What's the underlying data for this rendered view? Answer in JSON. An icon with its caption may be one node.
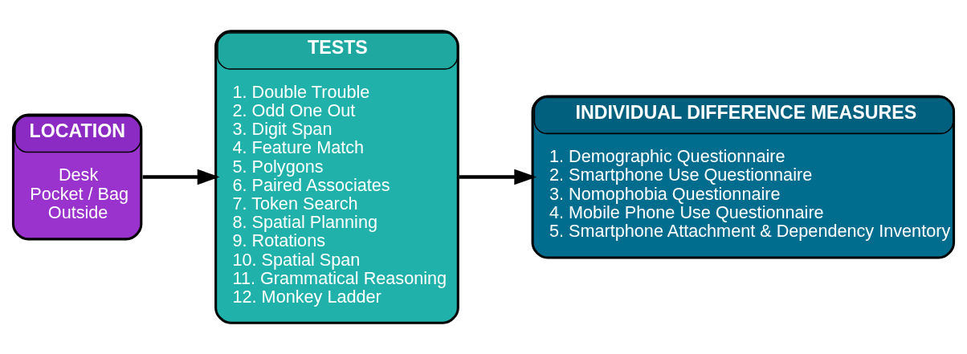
{
  "diagram": {
    "nodes": [
      {
        "text": [
          "LOCATION",
          "Desk",
          "Pocket / Bag",
          "Outside"
        ]
      },
      {
        "text": [
          "TESTS",
          "1. Double Trouble",
          "2. Odd One Out",
          "3. Digit Span",
          "4. Feature Match",
          "5. Polygons",
          "6. Paired Associates",
          "7. Token Search",
          "8. Spatial Planning",
          "9. Rotations",
          "10. Spatial Span",
          "11. Grammatical Reasoning",
          "12. Monkey Ladder"
        ]
      },
      {
        "text": [
          "INDIVIDUAL DIFFERENCE MEASURES",
          "1. Demographic Questionnaire",
          "2. Smartphone Use Questionnaire",
          "3. Nomophobia Questionnaire",
          "4. Mobile Phone Use Questionnaire",
          "5. Smartphone Attachment & Dependency Inventory"
        ]
      }
    ],
    "edges": [
      {
        "from": 0,
        "to": 1,
        "arrow": "to"
      },
      {
        "from": 1,
        "to": 2,
        "arrow": "to"
      }
    ]
  }
}
